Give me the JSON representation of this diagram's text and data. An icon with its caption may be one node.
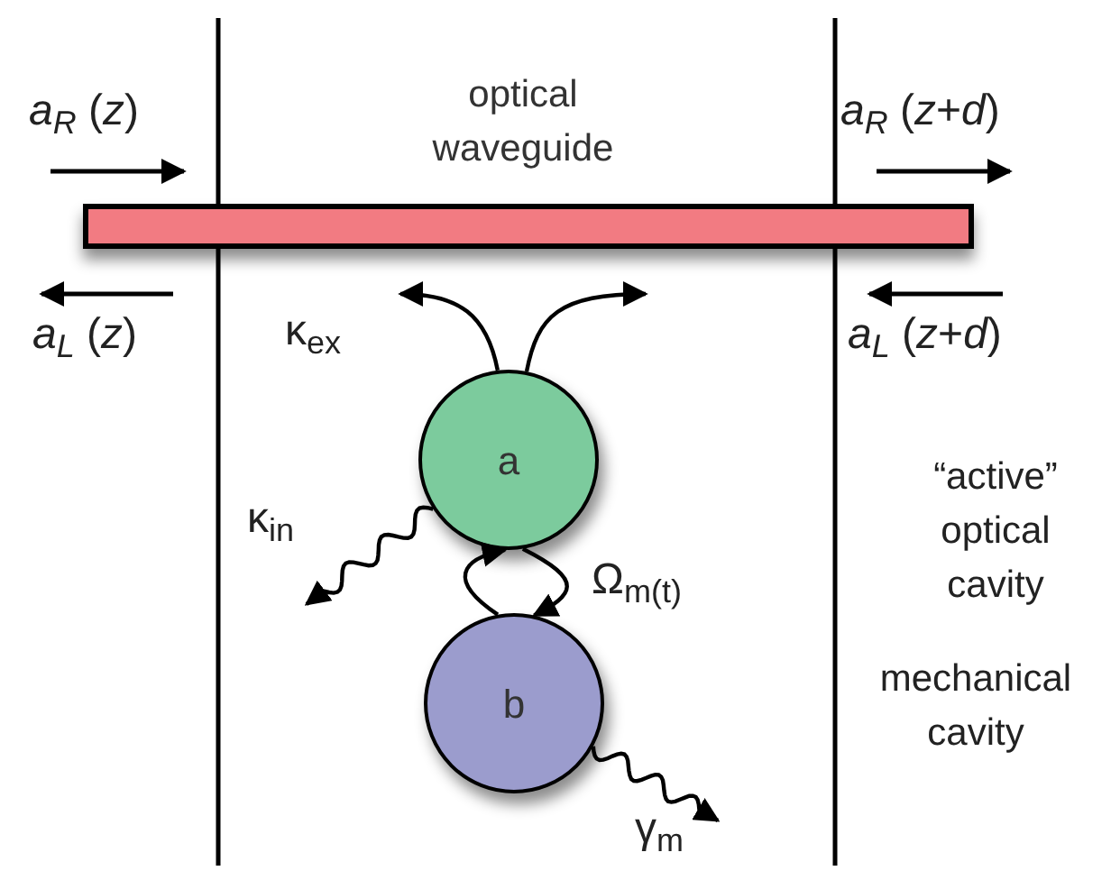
{
  "diagram": {
    "nodes": [
      {
        "text": [
          "optical waveguide"
        ]
      },
      {
        "text": [
          "a"
        ]
      },
      {
        "text": [
          "b"
        ]
      }
    ],
    "edges": [
      {
        "from": 1,
        "to": 0,
        "arrow": "to",
        "label": "κ$_{ex}$"
      },
      {
        "from": 1,
        "to": 0,
        "arrow": "to"
      },
      {
        "from": 1,
        "to": null,
        "arrow": "to",
        "label": "κ$_{in}$"
      },
      {
        "from": 2,
        "to": 1,
        "arrow": "to"
      },
      {
        "from": 1,
        "to": 2,
        "arrow": "to",
        "label": "Ω$_{m(t)}$"
      },
      {
        "from": 2,
        "to": null,
        "arrow": "to",
        "label": "γ$_{m}$"
      }
    ],
    "labels": [
      "*a*$_{R}$ (*z*)",
      "*a*$_{R}$ (*z*+*d*)",
      "*a*$_{L}$ (*z*)",
      "*a*$_{L}$ (*z*+*d*)",
      "“active” optical cavity",
      "mechanical cavity"
    ]
  }
}
